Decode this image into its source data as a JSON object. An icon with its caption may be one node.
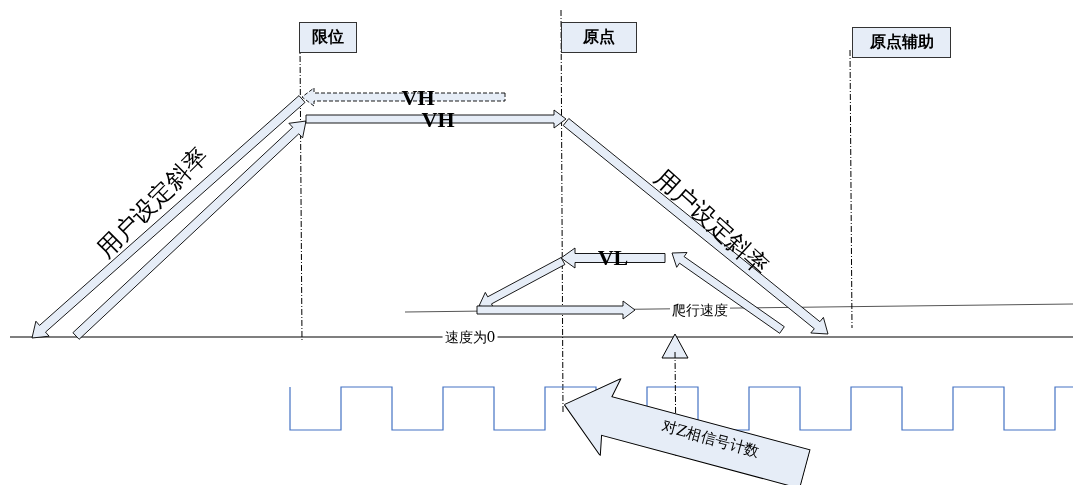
{
  "diagram": {
    "nodes": [
      {
        "text": [
          "限位"
        ]
      },
      {
        "text": [
          "原点"
        ]
      },
      {
        "text": [
          "原点辅助"
        ]
      },
      {
        "text": [
          "对Z相信号计数"
        ]
      }
    ],
    "labels": [
      "VH",
      "VH",
      "用户设定斜率",
      "用户设定斜率",
      "VL",
      "爬行速度",
      "速度为0"
    ]
  }
}
